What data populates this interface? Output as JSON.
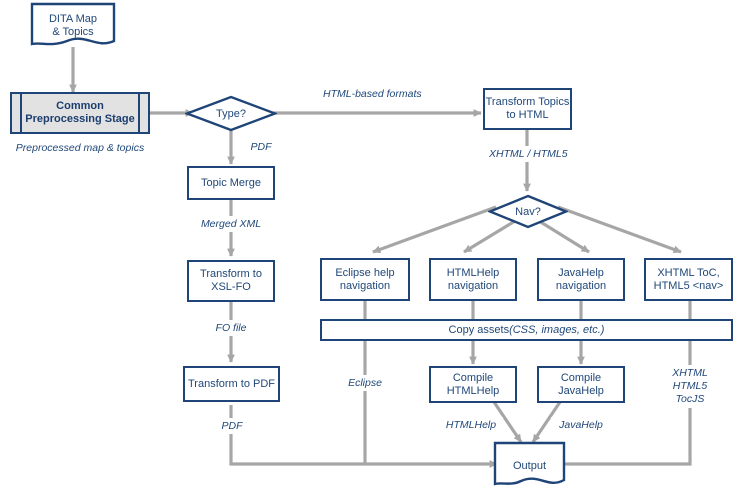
{
  "diagram": {
    "title": "DITA Open Toolkit processing pipeline",
    "colors": {
      "border": "#1f4477",
      "text": "#20487a",
      "arrow": "#a6a6a6",
      "shaded_fill": "#e2e2e2",
      "background": "#ffffff"
    },
    "nodes": [
      {
        "id": "dita-map",
        "shape": "document",
        "label": "DITA Map\n& Topics"
      },
      {
        "id": "common-prep",
        "shape": "predefined-process",
        "label": "Common\nPreprocessing Stage"
      },
      {
        "id": "type",
        "shape": "decision",
        "label": "Type?"
      },
      {
        "id": "topic-merge",
        "shape": "process",
        "label": "Topic Merge"
      },
      {
        "id": "transform-xslfo",
        "shape": "process",
        "label": "Transform to\nXSL-FO"
      },
      {
        "id": "transform-pdf",
        "shape": "process",
        "label": "Transform to PDF"
      },
      {
        "id": "transform-html",
        "shape": "process",
        "label": "Transform Topics\nto HTML"
      },
      {
        "id": "nav",
        "shape": "decision",
        "label": "Nav?"
      },
      {
        "id": "eclipse-nav",
        "shape": "process",
        "label": "Eclipse help\nnavigation"
      },
      {
        "id": "htmlhelp-nav",
        "shape": "process",
        "label": "HTMLHelp\nnavigation"
      },
      {
        "id": "javahelp-nav",
        "shape": "process",
        "label": "JavaHelp\nnavigation"
      },
      {
        "id": "xhtml-toc",
        "shape": "process",
        "label": "XHTML ToC,\nHTML5 <nav>"
      },
      {
        "id": "copy-assets",
        "shape": "process",
        "label_regular": "Copy assets ",
        "label_italic": "(CSS, images, etc.)"
      },
      {
        "id": "compile-htmlhelp",
        "shape": "process",
        "label": "Compile\nHTMLHelp"
      },
      {
        "id": "compile-javahelp",
        "shape": "process",
        "label": "Compile\nJavaHelp"
      },
      {
        "id": "output",
        "shape": "document",
        "label": "Output"
      }
    ],
    "edge_labels": [
      {
        "id": "lbl-preprocessed",
        "text": "Preprocessed map & topics"
      },
      {
        "id": "lbl-html-formats",
        "text": "HTML-based formats"
      },
      {
        "id": "lbl-pdf-type",
        "text": "PDF"
      },
      {
        "id": "lbl-merged-xml",
        "text": "Merged XML"
      },
      {
        "id": "lbl-fo-file",
        "text": "FO file"
      },
      {
        "id": "lbl-pdf-out",
        "text": "PDF"
      },
      {
        "id": "lbl-xhtml-html5",
        "text": "XHTML / HTML5"
      },
      {
        "id": "lbl-eclipse",
        "text": "Eclipse"
      },
      {
        "id": "lbl-htmlhelp",
        "text": "HTMLHelp"
      },
      {
        "id": "lbl-javahelp",
        "text": "JavaHelp"
      },
      {
        "id": "lbl-xhtml-tocjs",
        "text": "XHTML\nHTML5\nTocJS"
      }
    ]
  }
}
